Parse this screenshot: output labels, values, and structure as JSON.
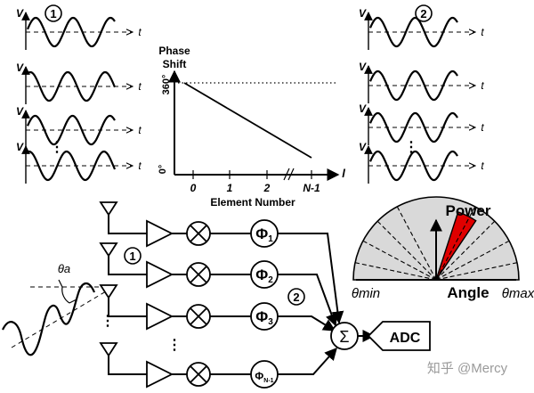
{
  "markers": {
    "one": "1",
    "two": "2"
  },
  "wave_labels": {
    "v": "V",
    "t": "t"
  },
  "phase_plot": {
    "title_line1": "Phase",
    "title_line2": "Shift",
    "y_top": "360°",
    "y_bottom": "0°",
    "x_ticks": [
      "0",
      "1",
      "2",
      "N-1"
    ],
    "x_axis_var": "l",
    "xlabel": "Element Number"
  },
  "array": {
    "theta_a": "θa",
    "phases": [
      "Φ1",
      "Φ2",
      "Φ3",
      "ΦN-1"
    ],
    "ellipsis": "⋮",
    "sum": "Σ",
    "adc": "ADC"
  },
  "beam": {
    "power": "Power",
    "angle": "Angle",
    "theta_min": "θmin",
    "theta_max": "θmax",
    "beam_color": "#e00000",
    "sector_color": "#d9d9d9"
  },
  "watermark": "知乎 @Mercy"
}
